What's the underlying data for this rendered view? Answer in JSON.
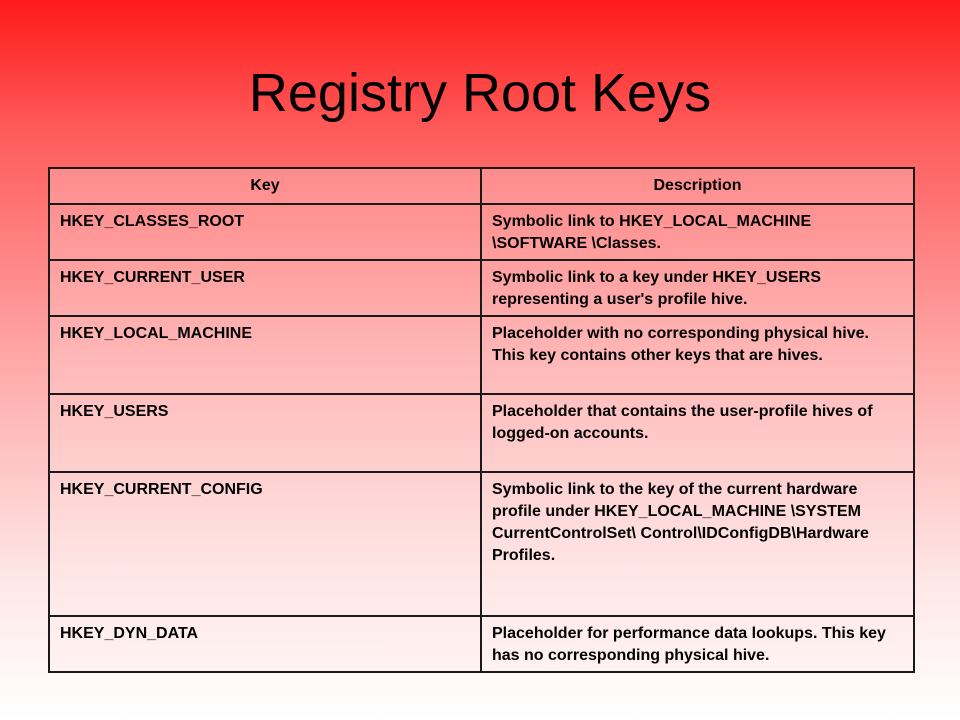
{
  "slide": {
    "title": "Registry Root Keys"
  },
  "table": {
    "headers": {
      "key": "Key",
      "description": "Description"
    },
    "rows": [
      {
        "key": "HKEY_CLASSES_ROOT",
        "description": "Symbolic link to HKEY_LOCAL_MACHINE \\SOFTWARE \\Classes."
      },
      {
        "key": "HKEY_CURRENT_USER",
        "description": "Symbolic link to a key under HKEY_USERS representing a user's profile hive."
      },
      {
        "key": "HKEY_LOCAL_MACHINE",
        "description": "Placeholder with no corresponding physical hive. This key contains other keys that are hives."
      },
      {
        "key": "HKEY_USERS",
        "description": "Placeholder that contains the user-profile hives of logged-on accounts."
      },
      {
        "key": "HKEY_CURRENT_CONFIG",
        "description": "Symbolic link to the key of the current hardware profile under HKEY_LOCAL_MACHINE \\SYSTEM CurrentControlSet\\ Control\\IDConfigDB\\Hardware Profiles."
      },
      {
        "key": "HKEY_DYN_DATA",
        "description": "Placeholder for performance data lookups. This key has no corresponding physical hive."
      }
    ]
  }
}
